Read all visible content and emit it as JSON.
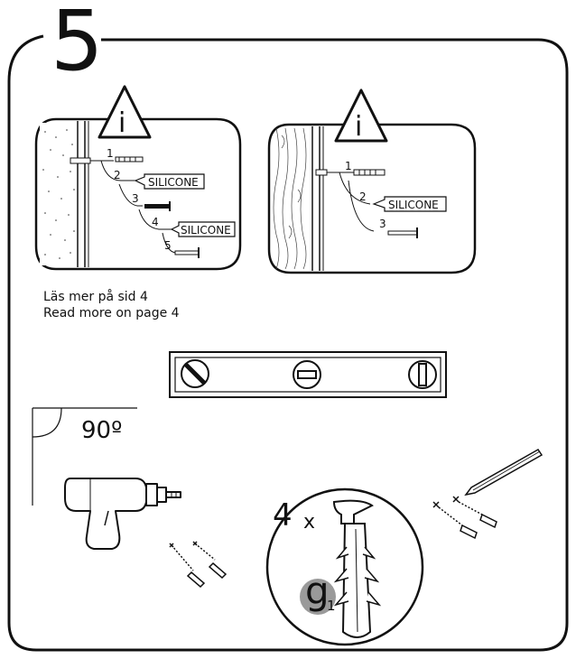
{
  "step": {
    "number": "5"
  },
  "left_panel": {
    "callouts": [
      {
        "num": "1",
        "label": ""
      },
      {
        "num": "2",
        "label": "SILICONE"
      },
      {
        "num": "3",
        "label": ""
      },
      {
        "num": "4",
        "label": "SILICONE"
      },
      {
        "num": "5",
        "label": ""
      }
    ]
  },
  "right_panel": {
    "callouts": [
      {
        "num": "1",
        "label": ""
      },
      {
        "num": "2",
        "label": "SILICONE"
      },
      {
        "num": "3",
        "label": ""
      }
    ]
  },
  "warning": {
    "symbol": "i"
  },
  "notes": {
    "swedish": "Läs mer på sid 4",
    "english": "Read more on page 4"
  },
  "angle": {
    "text": "90º"
  },
  "parts": {
    "count": "4",
    "times": "x",
    "part_letter": "g",
    "part_index": "1"
  },
  "icons": [
    "warning-info-icon",
    "spirit-level-icon",
    "drill-icon",
    "pencil-icon",
    "wall-plug-icon",
    "screw-icon"
  ]
}
